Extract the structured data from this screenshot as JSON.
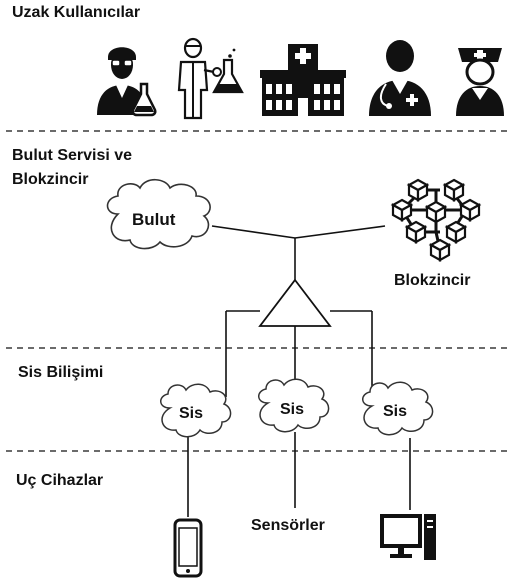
{
  "sections": {
    "remote_users": "Uzak Kullanıcılar",
    "cloud_service_line1": "Bulut Servisi ve",
    "cloud_service_line2": "Blokzincir",
    "fog_computing": "Sis Bilişimi",
    "edge_devices": "Uç Cihazlar"
  },
  "nodes": {
    "cloud": "Bulut",
    "blockchain": "Blokzincir",
    "fog_1": "Sis",
    "fog_2": "Sis",
    "fog_3": "Sis",
    "sensors": "Sensörler"
  },
  "icons": {
    "remote_users": [
      "scientist-icon",
      "lab-technician-icon",
      "hospital-icon",
      "doctor-icon",
      "nurse-icon"
    ],
    "edge": [
      "smartphone-icon",
      "desktop-computer-icon"
    ],
    "blockchain": "blockchain-cubes-icon"
  },
  "colors": {
    "ink": "#111111",
    "divider": "#6b6b6b"
  }
}
